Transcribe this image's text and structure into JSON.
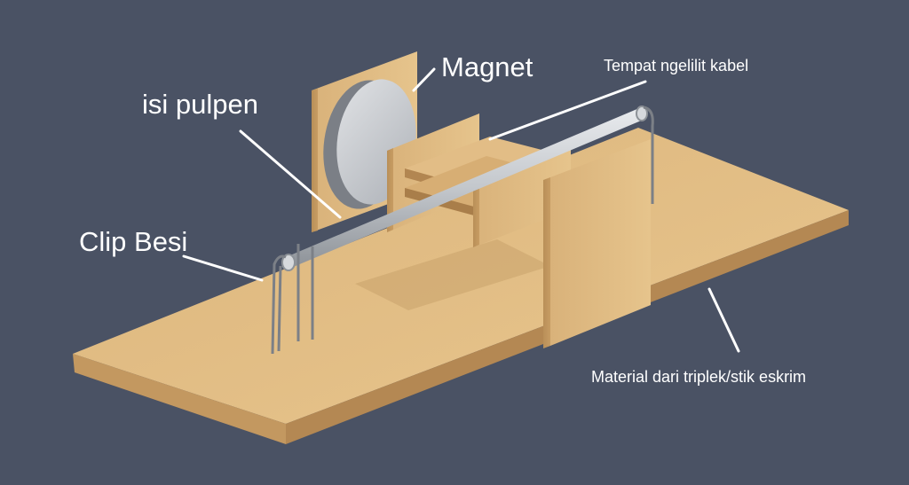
{
  "labels": {
    "magnet": "Magnet",
    "wire_holder": "Tempat ngelilit kabel",
    "pen_refill": "isi pulpen",
    "iron_clip": "Clip Besi",
    "material": "Material dari triplek/stik eskrim"
  }
}
